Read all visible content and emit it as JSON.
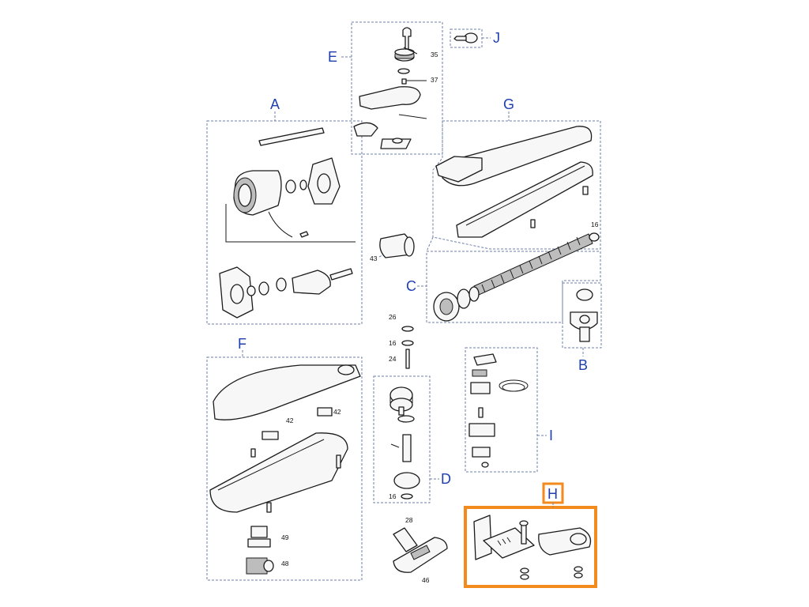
{
  "groups": {
    "A": {
      "label": "A"
    },
    "B": {
      "label": "B"
    },
    "C": {
      "label": "C"
    },
    "D": {
      "label": "D"
    },
    "E": {
      "label": "E"
    },
    "F": {
      "label": "F"
    },
    "G": {
      "label": "G"
    },
    "H": {
      "label": "H"
    },
    "I": {
      "label": "I"
    },
    "J": {
      "label": "J"
    }
  },
  "part_numbers": {
    "p35": "35",
    "p37": "37",
    "p43": "43",
    "p16a": "16",
    "p26": "26",
    "p16b": "16",
    "p24": "24",
    "p16c": "16",
    "p42a": "42",
    "p42b": "42",
    "p49": "49",
    "p48": "48",
    "p28": "28",
    "p46": "46"
  },
  "colors": {
    "group_label": "#1f3fae",
    "group_box": "#6d7fa8",
    "highlight": "#f28a1e"
  }
}
